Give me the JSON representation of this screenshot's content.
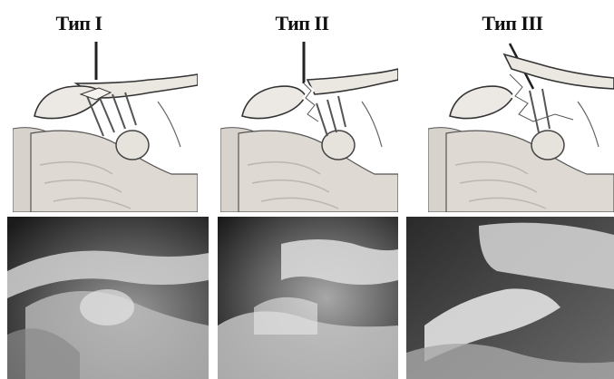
{
  "types": [
    {
      "label": "Тип I"
    },
    {
      "label": "Тип II"
    },
    {
      "label": "Тип III"
    }
  ],
  "colors": {
    "bone": "#ece9e4",
    "bone_shadow": "#b8b4ae",
    "outline": "#3a3a3a",
    "muscle": "#cfcac2",
    "tear": "#ffffff",
    "xray_dark": "#111111",
    "xray_light": "#d8d8d8"
  }
}
